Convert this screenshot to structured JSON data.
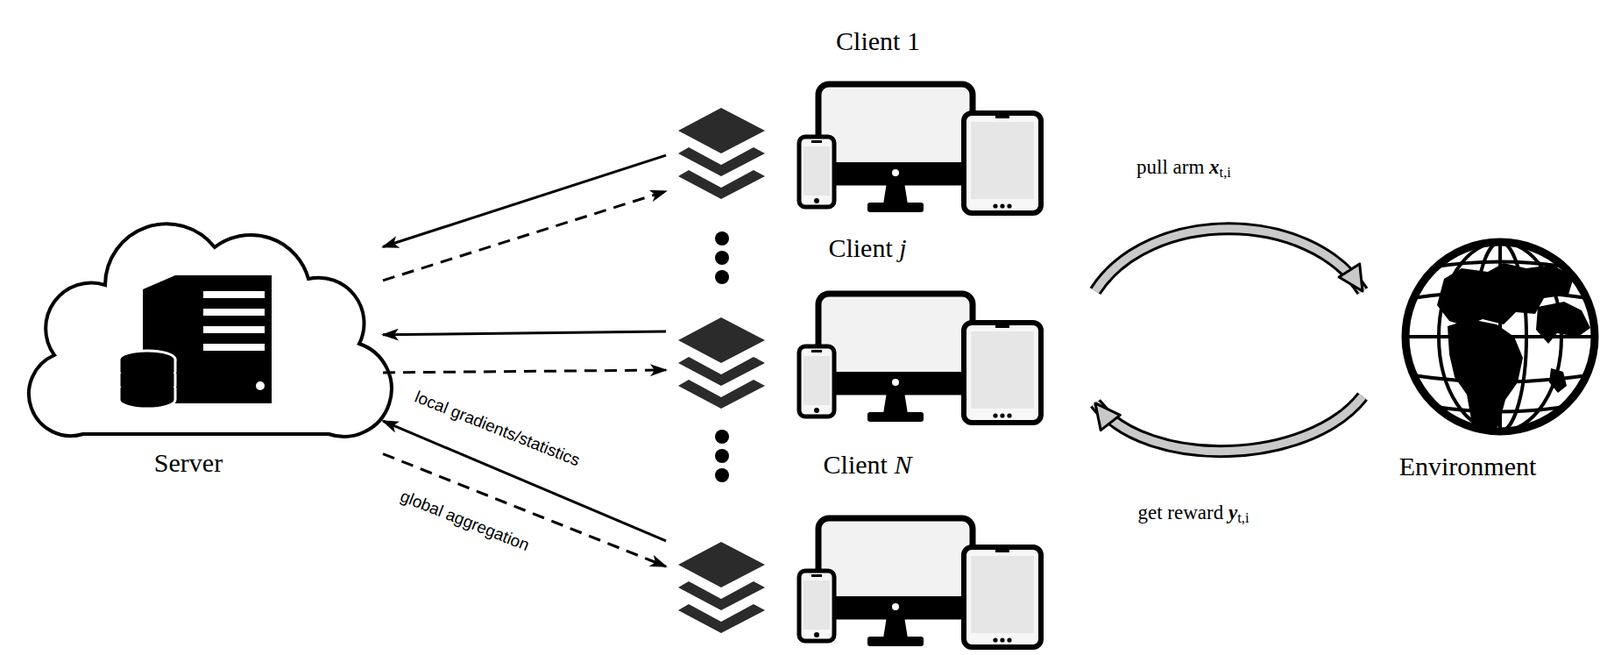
{
  "diagram": {
    "nodes": [
      {
        "text": [
          "Server"
        ]
      },
      {
        "text": [
          "Client 1"
        ]
      },
      {
        "text": [
          "Client j"
        ]
      },
      {
        "text": [
          "Client N"
        ]
      },
      {
        "text": [
          "Environment"
        ]
      }
    ],
    "edges": [
      {
        "from": 1,
        "to": 0,
        "arrow": "to"
      },
      {
        "from": 0,
        "to": 1,
        "arrow": "to"
      },
      {
        "from": 2,
        "to": 0,
        "arrow": "to"
      },
      {
        "from": 0,
        "to": 2,
        "arrow": "to"
      },
      {
        "from": 3,
        "to": 0,
        "arrow": "to",
        "label": "local gradients/statistics"
      },
      {
        "from": 0,
        "to": 3,
        "arrow": "to",
        "label": "global aggregation"
      },
      {
        "from": 2,
        "to": 4,
        "arrow": "to",
        "label": "pull arm xt,i"
      },
      {
        "from": 4,
        "to": 2,
        "arrow": "to",
        "label": "get reward yt,i"
      }
    ]
  }
}
